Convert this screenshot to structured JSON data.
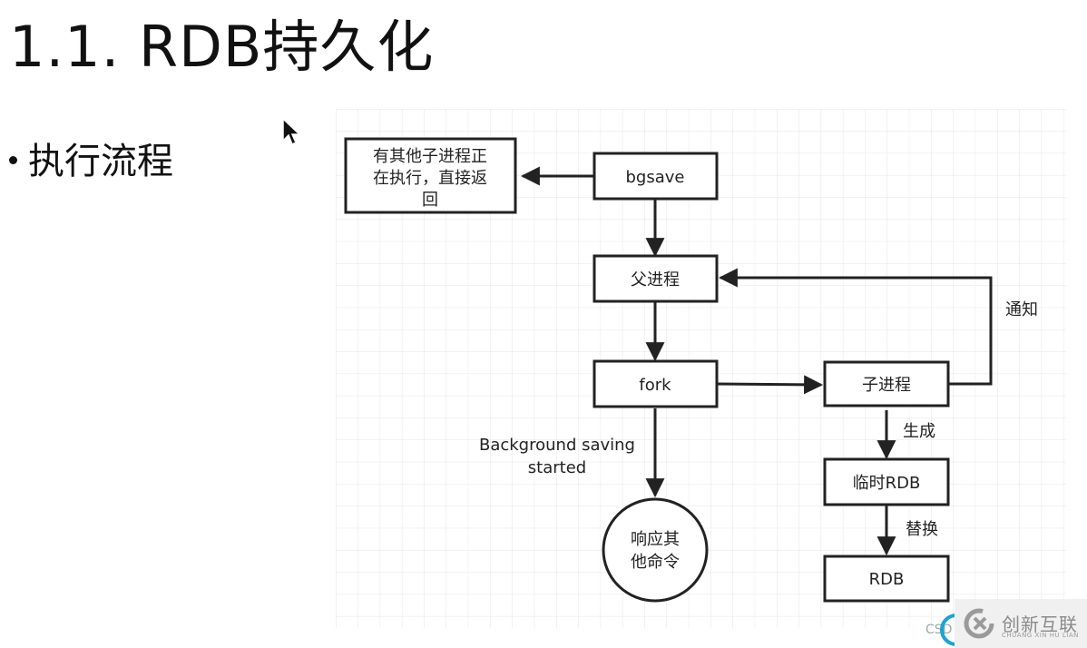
{
  "slide": {
    "title": "1.1. RDB持久化",
    "bullet": "执行流程"
  },
  "diagram": {
    "nodes": {
      "bgsave": "bgsave",
      "return_box_line1": "有其他子进程正",
      "return_box_line2": "在执行，直接返",
      "return_box_line3": "回",
      "parent": "父进程",
      "fork": "fork",
      "child": "子进程",
      "temp_rdb": "临时RDB",
      "rdb": "RDB",
      "respond_line1": "响应其",
      "respond_line2": "他命令"
    },
    "edge_labels": {
      "notify": "通知",
      "generate": "生成",
      "replace": "替换",
      "bg_line1": "Background saving",
      "bg_line2": "started"
    }
  },
  "watermark": {
    "brand": "创新互联",
    "brand_sub": "CHUANG XIN HU LIAN",
    "partial_text": "CSD"
  }
}
